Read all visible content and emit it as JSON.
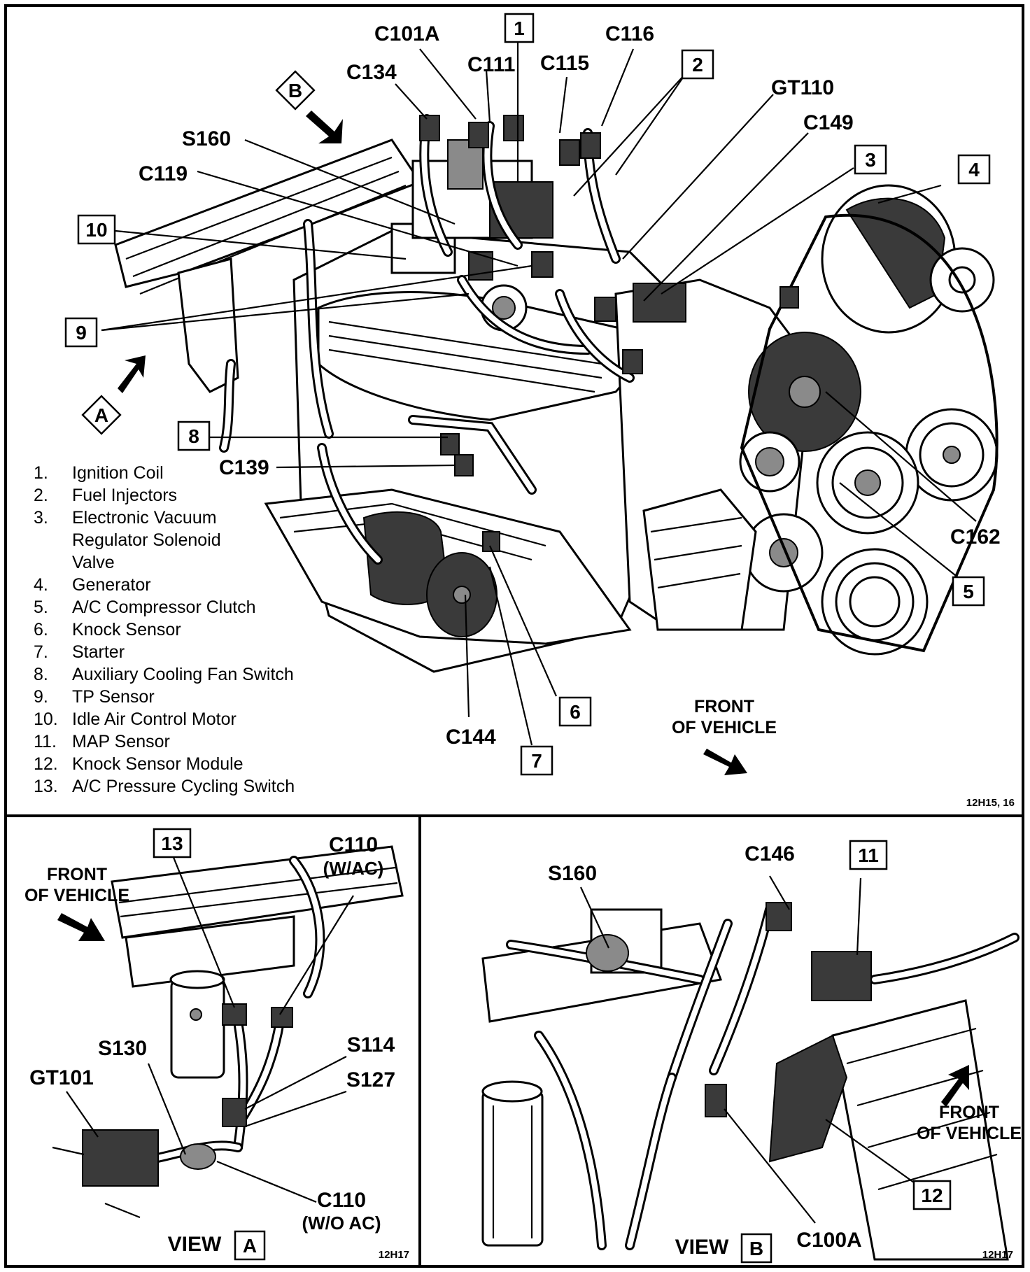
{
  "main_view": {
    "connector_labels": {
      "c101a": "C101A",
      "c111": "C111",
      "c115": "C115",
      "c116": "C116",
      "c134": "C134",
      "s160": "S160",
      "c119": "C119",
      "gt110": "GT110",
      "c149": "C149",
      "c139": "C139",
      "c144": "C144",
      "c162": "C162"
    },
    "callouts": [
      "1",
      "2",
      "3",
      "4",
      "5",
      "6",
      "7",
      "8",
      "9",
      "10"
    ],
    "arrow_a": "A",
    "arrow_b": "B",
    "front_line1": "FRONT",
    "front_line2": "OF VEHICLE",
    "figure_code": "12H15, 16",
    "legend": [
      {
        "num": "1.",
        "text": "Ignition Coil"
      },
      {
        "num": "2.",
        "text": "Fuel Injectors"
      },
      {
        "num": "3.",
        "text": "Electronic Vacuum"
      },
      {
        "num": "",
        "text": "Regulator Solenoid"
      },
      {
        "num": "",
        "text": "Valve"
      },
      {
        "num": "4.",
        "text": "Generator"
      },
      {
        "num": "5.",
        "text": "A/C Compressor Clutch"
      },
      {
        "num": "6.",
        "text": "Knock Sensor"
      },
      {
        "num": "7.",
        "text": "Starter"
      },
      {
        "num": "8.",
        "text": "Auxiliary Cooling Fan Switch"
      },
      {
        "num": "9.",
        "text": "TP Sensor"
      },
      {
        "num": "10.",
        "text": "Idle Air Control Motor"
      },
      {
        "num": "11.",
        "text": "MAP Sensor"
      },
      {
        "num": "12.",
        "text": "Knock Sensor Module"
      },
      {
        "num": "13.",
        "text": "A/C Pressure Cycling Switch"
      }
    ]
  },
  "view_a": {
    "callout": "13",
    "c110_wac_1": "C110",
    "c110_wac_2": "(W/AC)",
    "front_line1": "FRONT",
    "front_line2": "OF VEHICLE",
    "s130": "S130",
    "s114": "S114",
    "s127": "S127",
    "gt101": "GT101",
    "c110_woac_1": "C110",
    "c110_woac_2": "(W/O AC)",
    "view_word": "VIEW",
    "view_letter": "A",
    "figure_code": "12H17"
  },
  "view_b": {
    "s160": "S160",
    "c146": "C146",
    "callout_11": "11",
    "callout_12": "12",
    "front_line1": "FRONT",
    "front_line2": "OF VEHICLE",
    "c100a": "C100A",
    "view_word": "VIEW",
    "view_letter": "B",
    "figure_code": "12H17"
  }
}
